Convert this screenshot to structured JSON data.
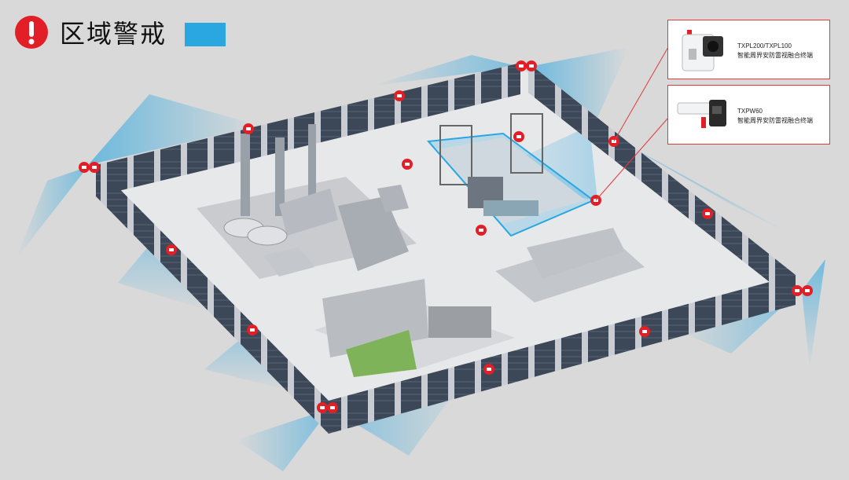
{
  "header": {
    "title": "区域警戒",
    "alert_icon": "exclamation-icon",
    "legend_color": "#2aa6e0"
  },
  "devices": [
    {
      "model": "TXPL200/TXPL100",
      "description": "智能周界安防雷视融合终端",
      "icon": "camera-radar-device-icon"
    },
    {
      "model": "TXPW60",
      "description": "智能周界安防雷视融合终端",
      "icon": "bullet-camera-device-icon"
    }
  ],
  "colors": {
    "warning_zone": "#2aa6e0",
    "marker": "#e21f26",
    "card_border": "#e23b3b",
    "wall": "#3c4757"
  }
}
